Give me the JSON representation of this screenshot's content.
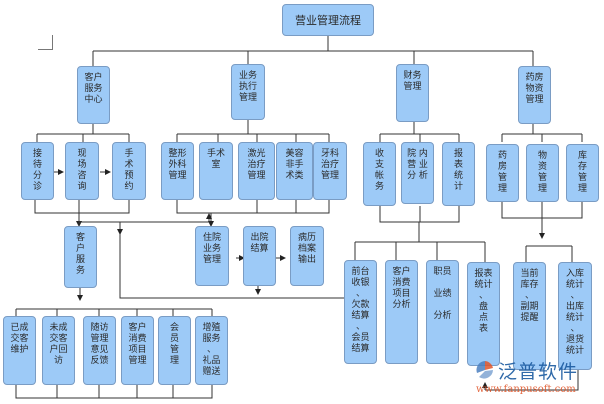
{
  "title": "营业管理流程",
  "level1": [
    {
      "id": "khfw",
      "label": "客户\n服务\n中心"
    },
    {
      "id": "ywzx",
      "label": "业务\n执行\n管理"
    },
    {
      "id": "cwgl",
      "label": "财务\n管理"
    },
    {
      "id": "yfwz",
      "label": "药房\n物资\n管理"
    }
  ],
  "customer_center": [
    "接待分诊",
    "现场咨询",
    "手术预约"
  ],
  "business_exec": [
    "整形\n外科\n管理",
    "手术\n室",
    "激光\n治疗\n管理",
    "美容\n非手\n术类",
    "牙科\n治疗\n管理"
  ],
  "finance": [
    "收支帐务",
    "院 内\n营 业\n分 析",
    "报表统计"
  ],
  "pharmacy": [
    "药房管理",
    "物资管理",
    "库存管理"
  ],
  "customer_service": "客户服务",
  "inpatient": [
    "住院\n业务\n管理",
    "出院\n结算",
    "病历\n档案\n输出"
  ],
  "customer_service_items": [
    "已成\n交客\n维护",
    "未成\n交客\n户回\n访",
    "随访\n管理\n意见\n反馈",
    "客户\n消费\n项目\n管理",
    "会\n员\n管\n理",
    "增殖\n服务\n、\n礼品\n赠送"
  ],
  "finance_items": [
    "前台\n收银\n、\n欠款\n结算\n、\n会员\n结算",
    "客户\n消费\n项目\n分析",
    "职员\n\n业绩\n\n分析",
    "报表\n统计\n、\n盘\n点\n表"
  ],
  "pharmacy_items": [
    "当前\n库存\n、\n副期\n提醒",
    "入库\n统计\n、\n出库\n统计\n、\n退货\n统计"
  ],
  "watermark": {
    "name": "泛普软件",
    "url": "www.fanpusoft.com"
  },
  "colors": {
    "box_fill": "#9dcaf7",
    "box_border": "#7a9cc4",
    "line": "#333333"
  }
}
